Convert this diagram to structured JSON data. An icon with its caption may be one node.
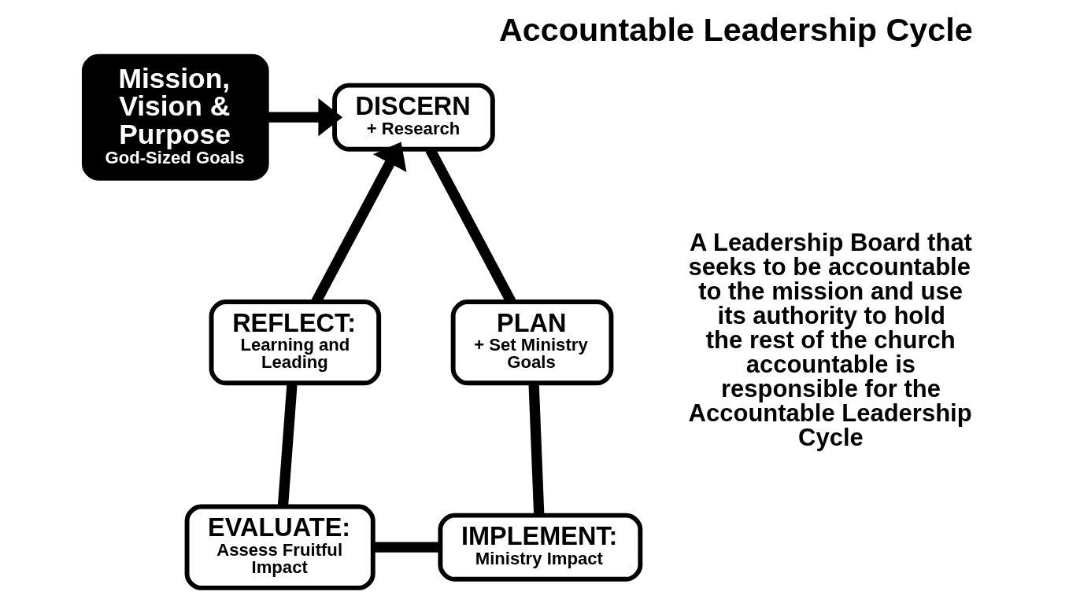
{
  "diagram": {
    "title": "Accountable Leadership Cycle",
    "nodes": [
      {
        "text": [
          "Mission, Vision & Purpose",
          "God-Sized Goals"
        ]
      },
      {
        "text": [
          "DISCERN",
          "+ Research"
        ]
      },
      {
        "text": [
          "PLAN",
          "+ Set Ministry Goals"
        ]
      },
      {
        "text": [
          "IMPLEMENT:",
          "Ministry Impact"
        ]
      },
      {
        "text": [
          "EVALUATE:",
          "Assess Fruitful Impact"
        ]
      },
      {
        "text": [
          "REFLECT:",
          "Learning and Leading"
        ]
      }
    ],
    "edges": [
      {
        "from": 0,
        "to": 1,
        "arrow": "to"
      },
      {
        "from": 1,
        "to": 2,
        "arrow": "none"
      },
      {
        "from": 2,
        "to": 3,
        "arrow": "none"
      },
      {
        "from": 3,
        "to": 4,
        "arrow": "none"
      },
      {
        "from": 4,
        "to": 5,
        "arrow": "none"
      },
      {
        "from": 5,
        "to": 1,
        "arrow": "to"
      }
    ],
    "labels": [
      "A Leadership Board that seeks to be accountable to the mission and use its authority to hold the rest of the church accountable is responsible for the Accountable Leadership Cycle"
    ]
  }
}
